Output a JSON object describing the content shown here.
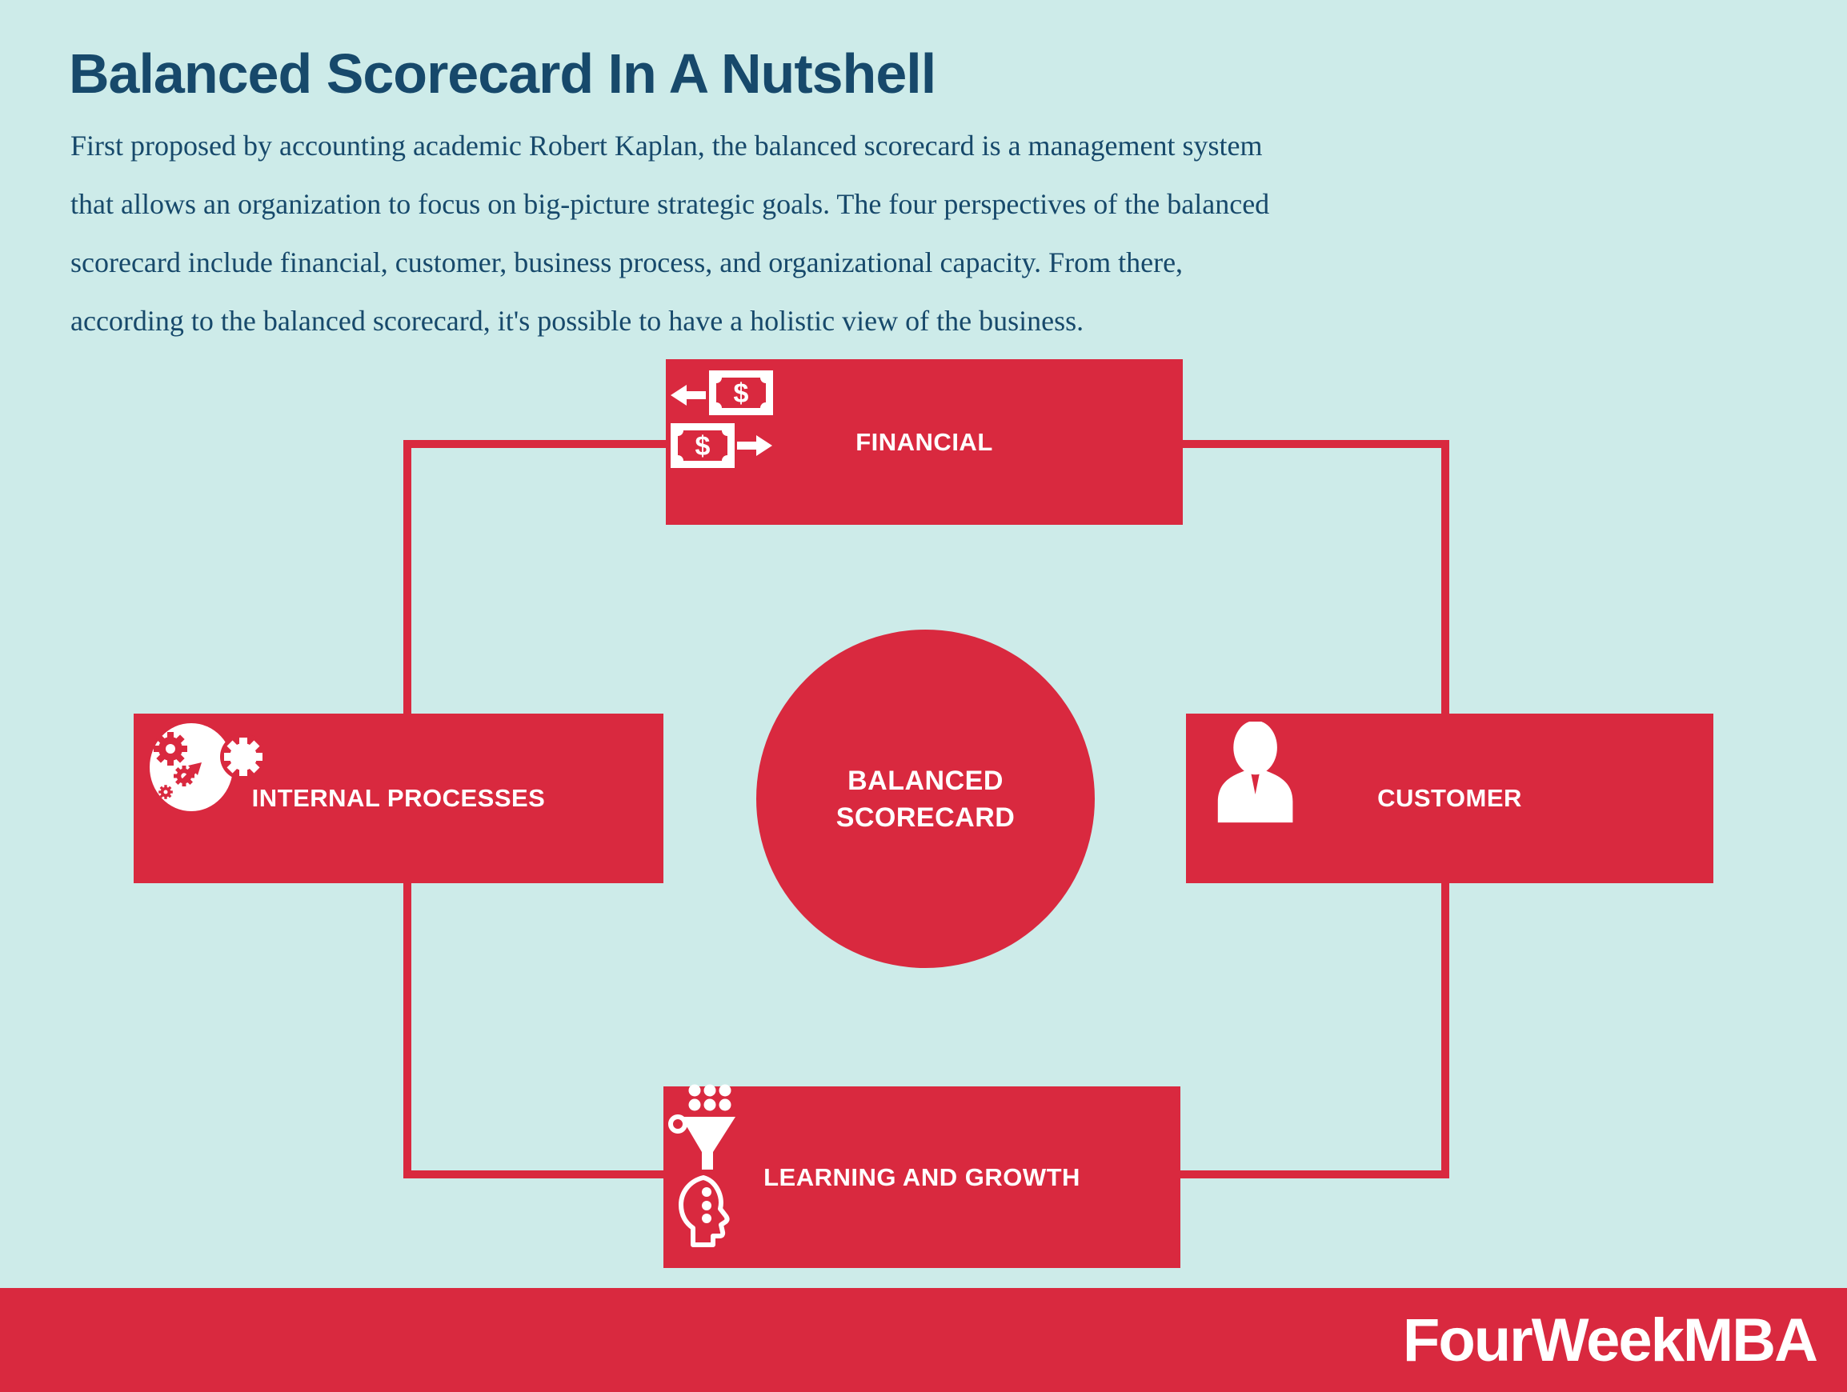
{
  "theme": {
    "bg": "#cdebe9",
    "red": "#d9293f",
    "ink": "#17496b",
    "white": "#ffffff"
  },
  "header": {
    "title": "Balanced Scorecard In A Nutshell",
    "intro_lines": [
      "First proposed by accounting academic Robert Kaplan, the balanced scorecard is a management system",
      "that allows an organization to focus on big-picture strategic goals. The four perspectives of the balanced",
      "scorecard include financial, customer, business process, and organizational capacity. From there,",
      "according to the balanced scorecard, it's possible to have a holistic view of the business."
    ]
  },
  "diagram": {
    "center": {
      "line1": "BALANCED",
      "line2": "SCORECARD"
    },
    "financial": {
      "label": "FINANCIAL",
      "icon": "money-exchange-icon"
    },
    "customer": {
      "label": "CUSTOMER",
      "icon": "person-icon"
    },
    "internal": {
      "label": "INTERNAL PROCESSES",
      "icon": "gears-icon"
    },
    "learning": {
      "label": "LEARNING AND GROWTH",
      "icon": "funnel-head-icon"
    }
  },
  "footer": {
    "brand": "FourWeekMBA"
  }
}
